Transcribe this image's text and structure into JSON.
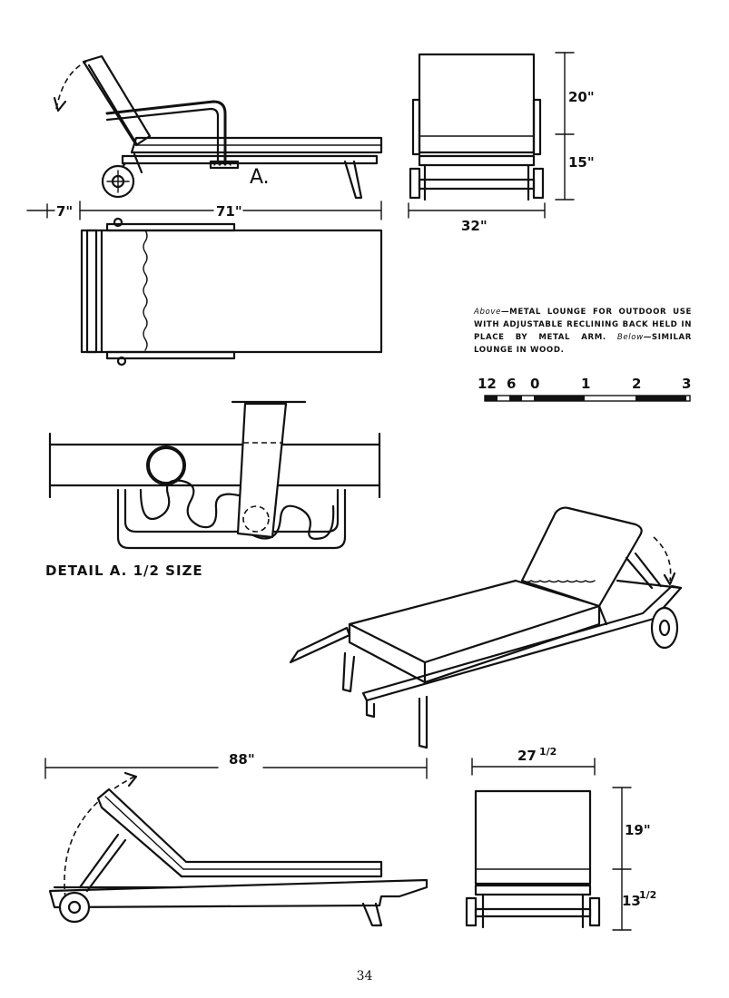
{
  "caption": {
    "above_label": "Above",
    "above_text": "—METAL LOUNGE FOR OUTDOOR USE WITH ADJUSTABLE RECLINING BACK HELD IN PLACE BY METAL ARM.",
    "below_label": "Below",
    "below_text": "—SIMILAR LOUNGE IN WOOD."
  },
  "dimensions": {
    "metal_front_extension": "7\"",
    "metal_length": "71\"",
    "metal_back_height": "20\"",
    "metal_seat_height": "15\"",
    "metal_width": "32\"",
    "wood_length": "88\"",
    "wood_width": "27",
    "wood_width_frac": "1/2",
    "wood_back_height": "19\"",
    "wood_seat_height": "13",
    "wood_seat_height_frac": "1/2"
  },
  "detail_marker": "A.",
  "detail_label": "DETAIL A.",
  "detail_scale": "1/2 SIZE",
  "scale_bar": {
    "ticks": [
      "12",
      "6",
      "0",
      "1",
      "2",
      "3"
    ]
  },
  "page_number": "34"
}
